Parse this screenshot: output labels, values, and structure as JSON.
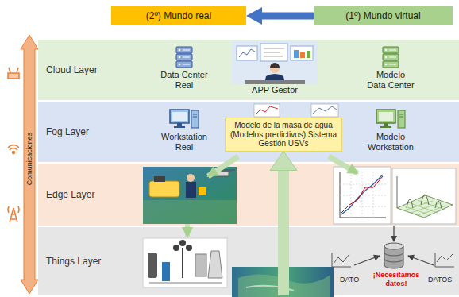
{
  "diagram": {
    "nodes": [
      {
        "text": [
          "(2º) Mundo real"
        ]
      },
      {
        "text": [
          "(1º) Mundo virtual"
        ]
      },
      {
        "text": [
          "Cloud Layer"
        ]
      },
      {
        "text": [
          "Data Center Real"
        ],
        "in": 2
      },
      {
        "text": [
          "APP Gestor"
        ],
        "in": 2
      },
      {
        "text": [
          "Modelo Data Center"
        ],
        "in": 2
      },
      {
        "text": [
          "Fog Layer"
        ]
      },
      {
        "text": [
          "Workstation Real"
        ],
        "in": 6
      },
      {
        "text": [
          "Modelo de la masa de agua (Modelos predictivos) Sistema Gestión USVs"
        ],
        "in": 6
      },
      {
        "text": [
          "Modelo Workstation"
        ],
        "in": 6
      },
      {
        "text": [
          "Edge Layer"
        ]
      },
      {
        "text": [
          "Things Layer"
        ]
      }
    ],
    "edges": [
      {
        "from": 1,
        "to": 0,
        "arrow": "to"
      },
      {
        "from": 11,
        "to": 8,
        "arrow": "to"
      }
    ],
    "labels": [
      "Comunicaciones",
      "DATO",
      "¡Necesitamos datos!",
      "DATOS"
    ]
  }
}
